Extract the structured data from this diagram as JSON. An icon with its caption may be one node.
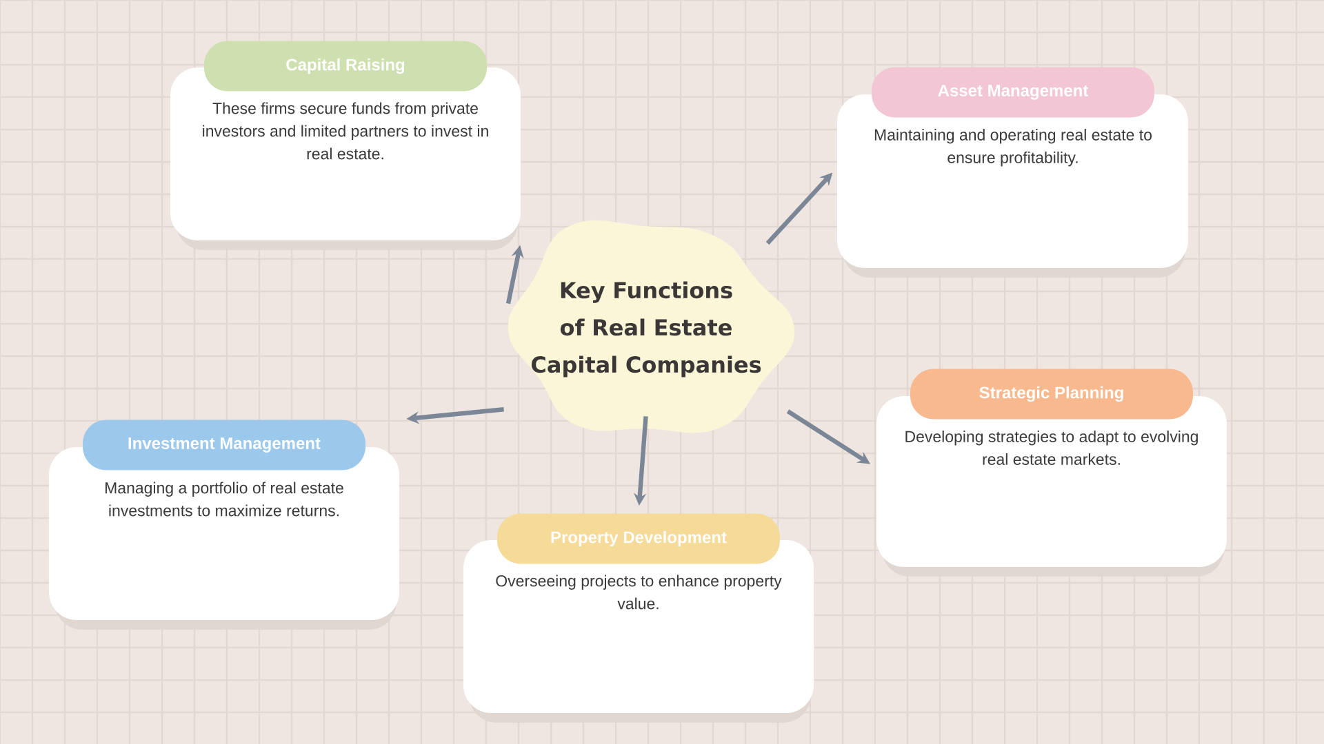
{
  "diagram": {
    "nodes": [
      {
        "text": [
          "Key Functions of Real Estate Capital Companies"
        ]
      },
      {
        "text": [
          "Capital Raising",
          "These firms secure funds from private investors and limited partners to invest in real estate."
        ]
      },
      {
        "text": [
          "Asset Management",
          "Maintaining and operating real estate to ensure profitability."
        ]
      },
      {
        "text": [
          "Strategic Planning",
          "Developing strategies to adapt to evolving real estate markets."
        ]
      },
      {
        "text": [
          "Investment Management",
          "Managing a portfolio of real estate investments to maximize returns."
        ]
      },
      {
        "text": [
          "Property Development",
          "Overseeing projects to enhance property value."
        ]
      }
    ],
    "edges": [
      {
        "from": 0,
        "to": 1,
        "arrow": "to"
      },
      {
        "from": 0,
        "to": 2,
        "arrow": "to"
      },
      {
        "from": 0,
        "to": 3,
        "arrow": "to"
      },
      {
        "from": 0,
        "to": 4,
        "arrow": "to"
      },
      {
        "from": 0,
        "to": 5,
        "arrow": "to"
      }
    ]
  }
}
